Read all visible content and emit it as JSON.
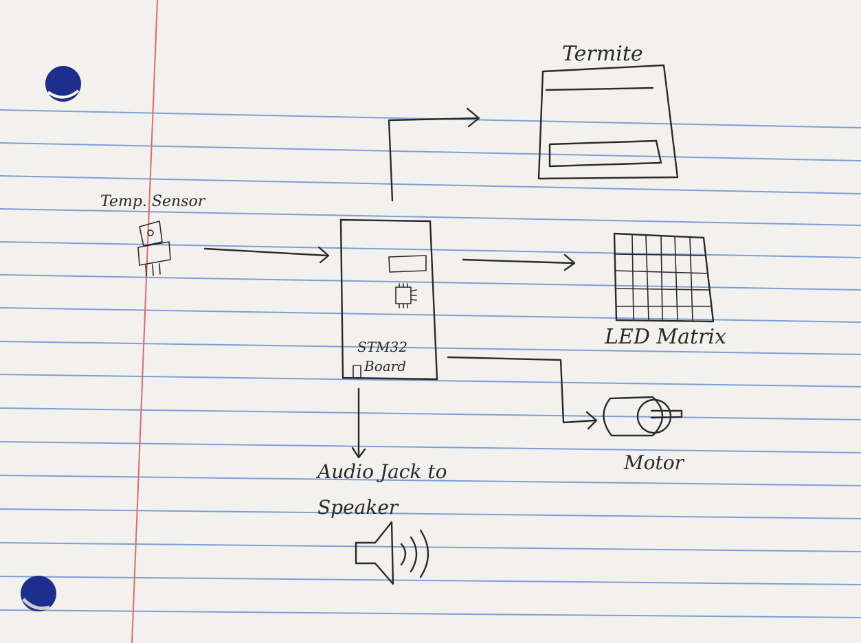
{
  "labels": {
    "termite": "Termite",
    "temp_sensor": "Temp. Sensor",
    "stm32_line1": "STM32",
    "stm32_line2": "Board",
    "led_matrix": "LED Matrix",
    "motor": "Motor",
    "audio_line1": "Audio Jack to",
    "audio_line2": "Speaker"
  },
  "colors": {
    "paper": "#f3f1ee",
    "rule_line": "#7d9fd3",
    "margin_line": "#e06a6a",
    "ink": "#2a2a2a",
    "punch_hole": "#1d2f8c"
  }
}
